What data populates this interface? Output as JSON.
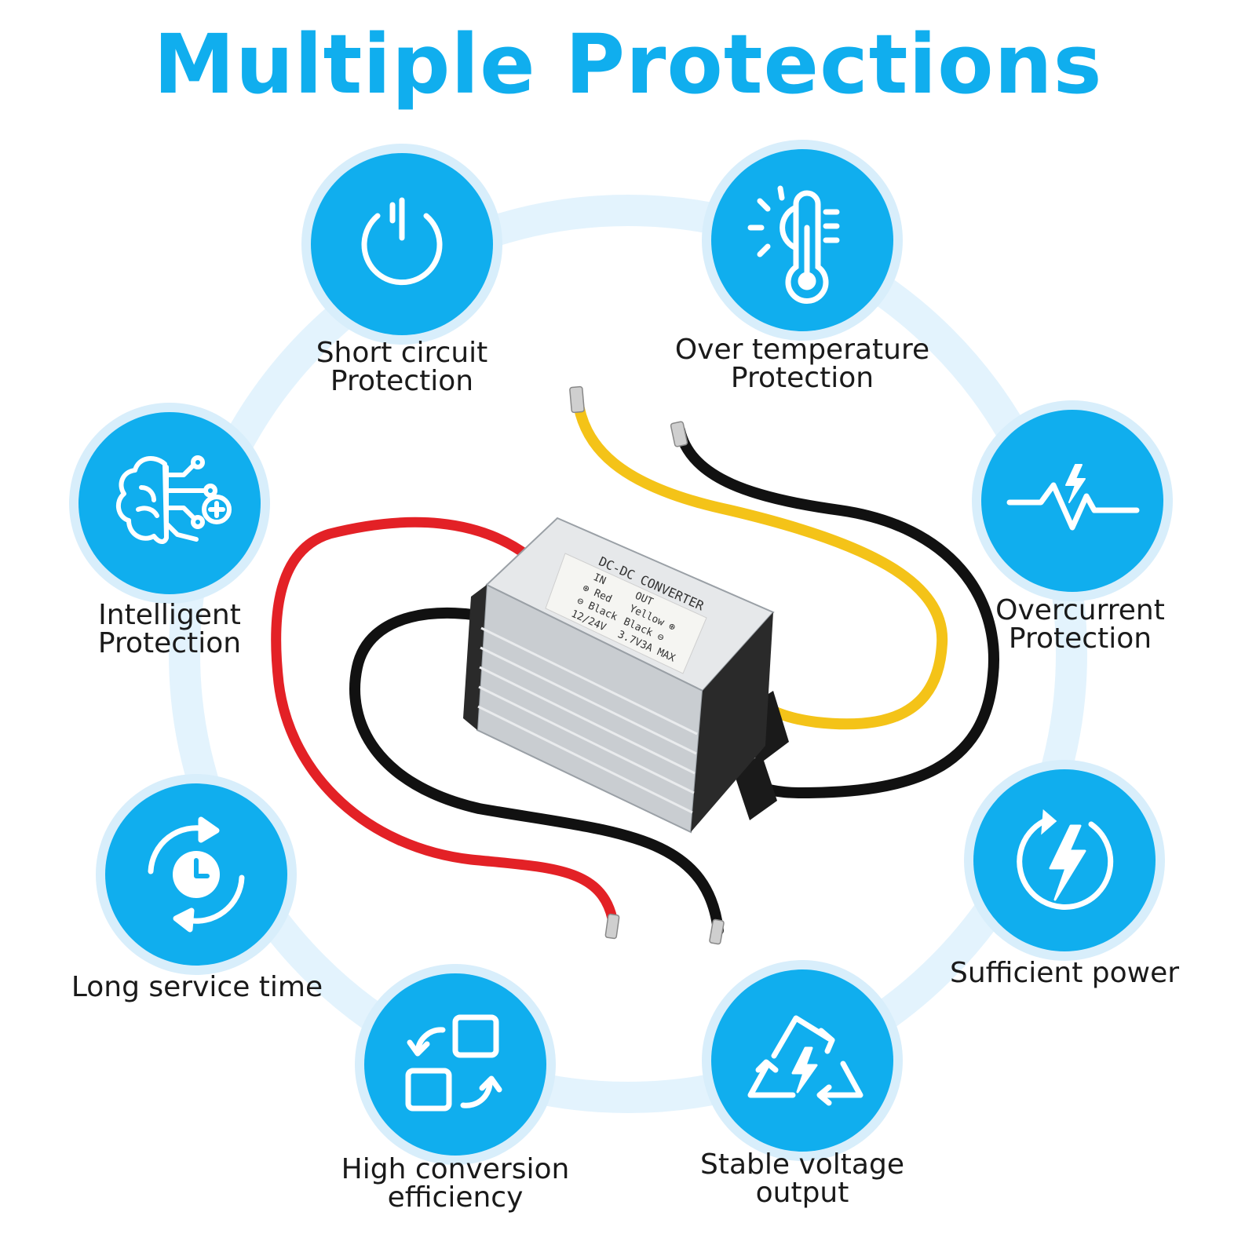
{
  "title": "Multiple  Protections",
  "colors": {
    "accent": "#10aeee",
    "title": "#10aeee",
    "ring": "#e3f3fd",
    "icon": "#ffffff",
    "label": "#1a1a1a"
  },
  "features": [
    {
      "label": "Short circuit\nProtection",
      "icon": "power-icon"
    },
    {
      "label": "Over temperature\nProtection",
      "icon": "thermometer-sun-icon"
    },
    {
      "label": "Overcurrent\nProtection",
      "icon": "pulse-bolt-icon"
    },
    {
      "label": "Sufficient power",
      "icon": "circular-bolt-icon"
    },
    {
      "label": "Stable voltage\noutput",
      "icon": "recycle-bolt-icon"
    },
    {
      "label": "High conversion\nefficiency",
      "icon": "swap-squares-icon"
    },
    {
      "label": "Long service time",
      "icon": "clock-cycle-icon"
    },
    {
      "label": "Intelligent\nProtection",
      "icon": "brain-circuit-icon"
    }
  ],
  "product": {
    "module_text": {
      "heading": "DC-DC CONVERTER",
      "in_label": "IN",
      "out_label": "OUT",
      "in_pos": "⊕ Red",
      "out_pos": "Yellow ⊕",
      "in_neg": "⊖ Black",
      "out_neg": "Black ⊖",
      "input_rating": "12/24V",
      "output_rating": "3.7V3A MAX"
    }
  }
}
